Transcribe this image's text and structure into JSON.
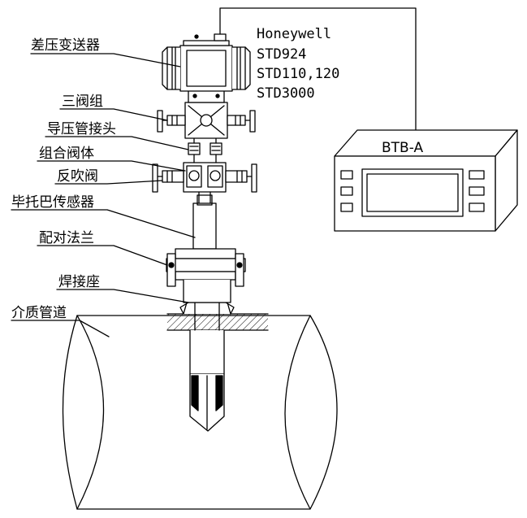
{
  "labels": {
    "transmitter": "差压变送器",
    "three_valve": "三阀组",
    "impulse_joint": "导压管接头",
    "valve_body": "组合阀体",
    "blowback_valve": "反吹阀",
    "pitot_sensor": "毕托巴传感器",
    "flange": "配对法兰",
    "weld_seat": "焊接座",
    "pipe": "介质管道"
  },
  "transmitter_info": {
    "brand": "Honeywell",
    "models": [
      "STD924",
      "STD110,120",
      "STD3000"
    ]
  },
  "display_unit": {
    "name": "BTB-A"
  }
}
